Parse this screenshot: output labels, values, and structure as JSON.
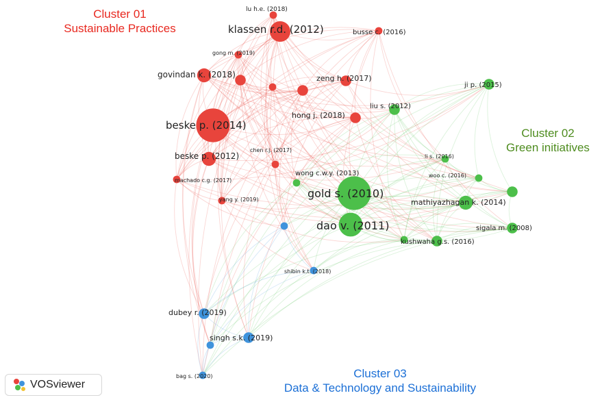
{
  "clusters": {
    "c1": {
      "number": "Cluster 01",
      "name": "Sustainable Practices",
      "color": "#e8281f"
    },
    "c2": {
      "number": "Cluster 02",
      "name": "Green initiatives",
      "color": "#4e8c1f"
    },
    "c3": {
      "number": "Cluster 03",
      "name": "Data & Technology and Sustainability",
      "color": "#1b6fd6"
    }
  },
  "logo": {
    "text": "VOSviewer"
  },
  "node_colors": {
    "red": "#e8443c",
    "green": "#4cbf4a",
    "blue": "#3f93dc"
  },
  "nodes": [
    {
      "label": "lu h.e. (2018)",
      "cluster": "red",
      "size": 1
    },
    {
      "label": "klassen r.d. (2012)",
      "cluster": "red",
      "size": 5
    },
    {
      "label": "busse c. (2016)",
      "cluster": "red",
      "size": 1
    },
    {
      "label": "gong m. (2019)",
      "cluster": "red",
      "size": 1
    },
    {
      "label": "govindan k. (2018)",
      "cluster": "red",
      "size": 3
    },
    {
      "label": "",
      "cluster": "red",
      "size": 2
    },
    {
      "label": "zeng h. (2017)",
      "cluster": "red",
      "size": 2
    },
    {
      "label": "",
      "cluster": "red",
      "size": 1
    },
    {
      "label": "",
      "cluster": "red",
      "size": 2
    },
    {
      "label": "beske p. (2014)",
      "cluster": "red",
      "size": 9
    },
    {
      "label": "hong j. (2018)",
      "cluster": "red",
      "size": 2
    },
    {
      "label": "beske p. (2012)",
      "cluster": "red",
      "size": 3
    },
    {
      "label": "chen r.j. (2017)",
      "cluster": "red",
      "size": 1
    },
    {
      "label": "machado c.g. (2017)",
      "cluster": "red",
      "size": 1
    },
    {
      "label": "yang y. (2019)",
      "cluster": "red",
      "size": 1
    },
    {
      "label": "ji p. (2015)",
      "cluster": "green",
      "size": 2
    },
    {
      "label": "liu s. (2012)",
      "cluster": "green",
      "size": 2
    },
    {
      "label": "li s. (2016)",
      "cluster": "green",
      "size": 1
    },
    {
      "label": "wong c.w.y. (2013)",
      "cluster": "green",
      "size": 1
    },
    {
      "label": "gold s. (2010)",
      "cluster": "green",
      "size": 9
    },
    {
      "label": "woo c. (2016)",
      "cluster": "green",
      "size": 1
    },
    {
      "label": "",
      "cluster": "green",
      "size": 2
    },
    {
      "label": "mathiyazhagan k. (2014)",
      "cluster": "green",
      "size": 3
    },
    {
      "label": "dao v. (2011)",
      "cluster": "green",
      "size": 6
    },
    {
      "label": "sigala m. (2008)",
      "cluster": "green",
      "size": 2
    },
    {
      "label": "kushwaha g.s. (2016)",
      "cluster": "green",
      "size": 2
    },
    {
      "label": "",
      "cluster": "green",
      "size": 1
    },
    {
      "label": "",
      "cluster": "blue",
      "size": 1
    },
    {
      "label": "shibin k.t. (2018)",
      "cluster": "blue",
      "size": 1
    },
    {
      "label": "dubey r. (2019)",
      "cluster": "blue",
      "size": 2
    },
    {
      "label": "singh s.k. (2019)",
      "cluster": "blue",
      "size": 2
    },
    {
      "label": "",
      "cluster": "blue",
      "size": 1
    },
    {
      "label": "bag s. (2020)",
      "cluster": "blue",
      "size": 1
    }
  ]
}
